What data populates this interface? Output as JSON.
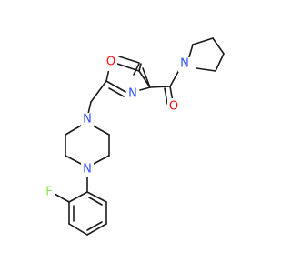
{
  "molecule": {
    "atoms": {
      "o_carbonyl": {
        "label": "O",
        "color": "#ff0d0d"
      },
      "o_ring": {
        "label": "O",
        "color": "#ff0d0d"
      },
      "n_oxazole": {
        "label": "N",
        "color": "#3050f8"
      },
      "n_pyrrolidine": {
        "label": "N",
        "color": "#3050f8"
      },
      "n_piperazine_top": {
        "label": "N",
        "color": "#3050f8"
      },
      "n_piperazine_bottom": {
        "label": "N",
        "color": "#3050f8"
      },
      "f": {
        "label": "F",
        "color": "#90e050"
      }
    },
    "bond_color": "#1a1a1a"
  }
}
